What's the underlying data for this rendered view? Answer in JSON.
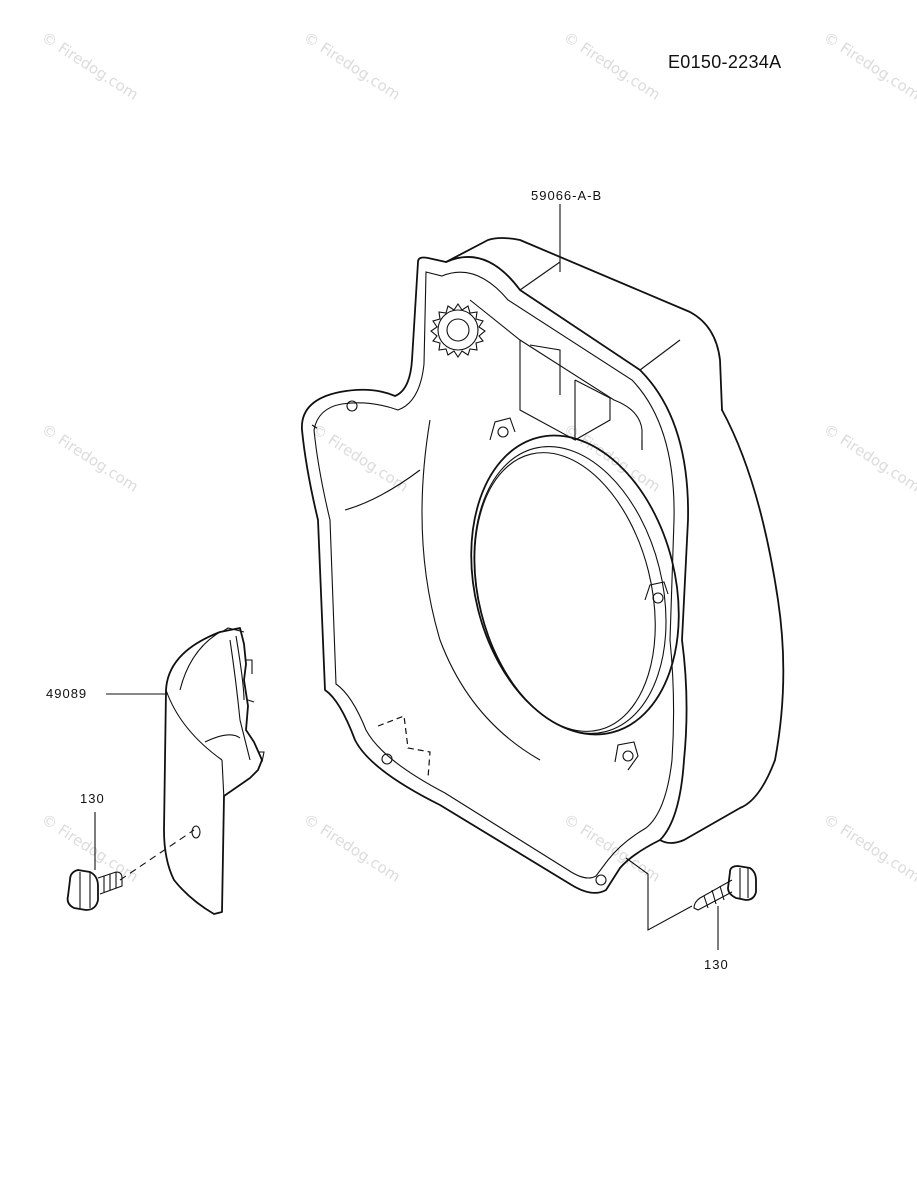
{
  "diagram": {
    "id": "E0150-2234A",
    "watermark": "Firedog.com",
    "labels": {
      "housing": "59066-A-B",
      "cover": "49089",
      "bolt_left": "130",
      "bolt_right": "130"
    }
  }
}
